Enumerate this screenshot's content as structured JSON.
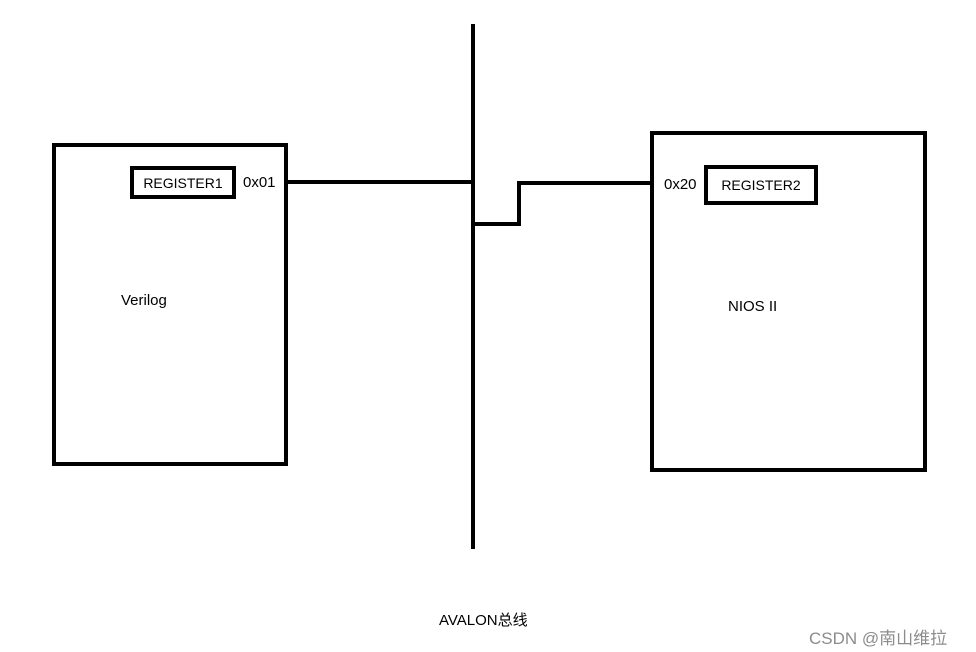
{
  "verilog_block": {
    "label": "Verilog",
    "register": "REGISTER1",
    "address": "0x01"
  },
  "nios_block": {
    "label": "NIOS II",
    "register": "REGISTER2",
    "address": "0x20"
  },
  "bus": {
    "label": "AVALON总线"
  },
  "watermark": "CSDN @南山维拉"
}
